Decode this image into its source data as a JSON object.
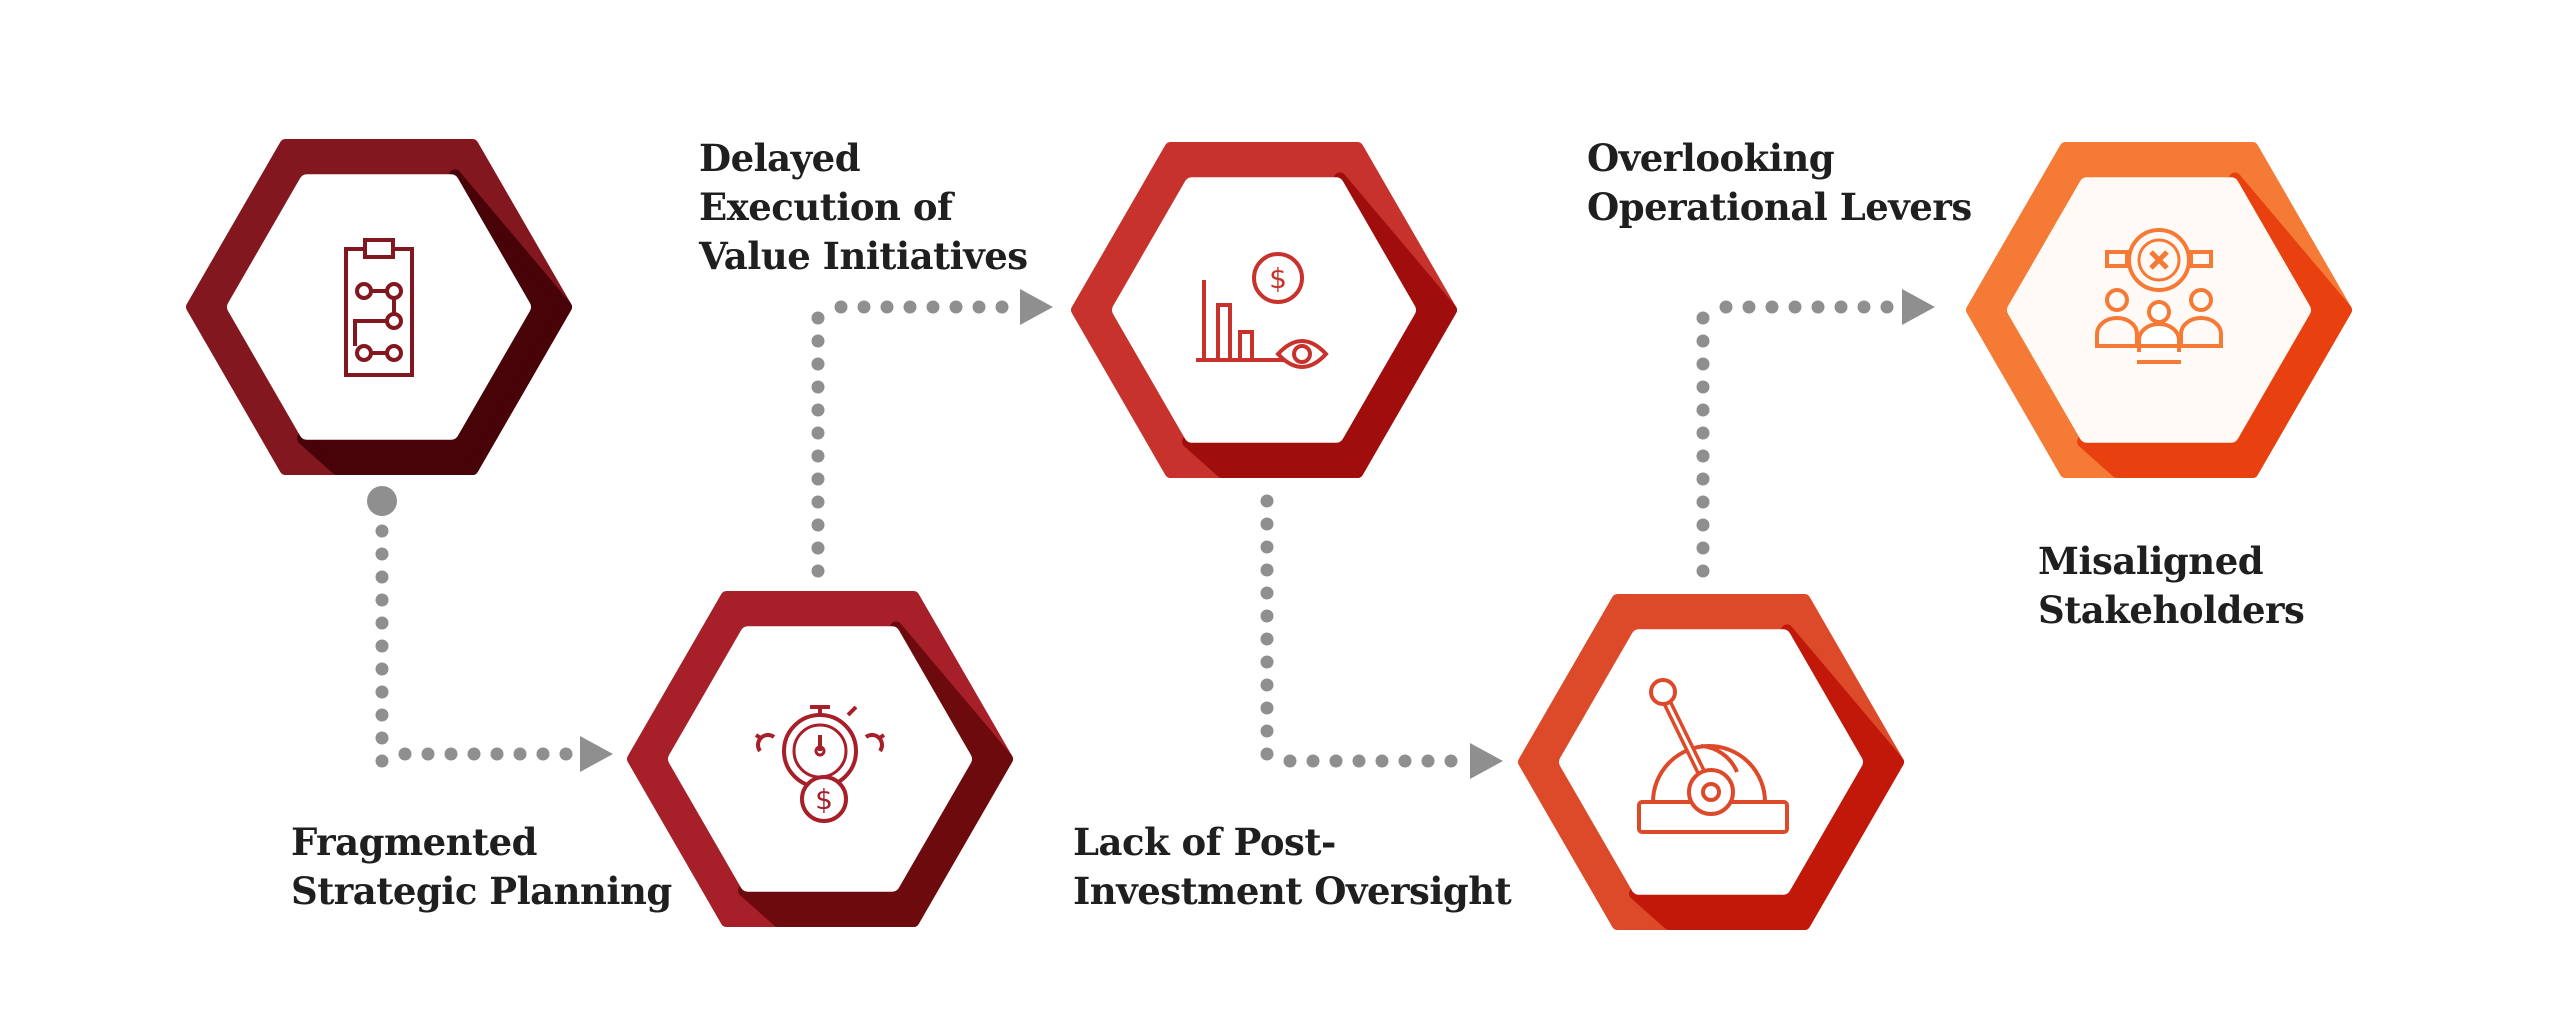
{
  "steps": [
    {
      "id": "fragmented",
      "label_lines": [
        "Fragmented",
        "Strategic Planning"
      ],
      "icon": "clipboard-flowchart-icon",
      "light": "#83171f",
      "dark": "#470307",
      "inner": "#ffffff"
    },
    {
      "id": "delayed",
      "label_lines": [
        "Delayed",
        "Execution of",
        "Value Initiatives"
      ],
      "icon": "stopwatch-gears-dollar-icon",
      "light": "#a61f29",
      "dark": "#6d0a0e",
      "inner": "#ffffff"
    },
    {
      "id": "oversight",
      "label_lines": [
        "Lack of Post-",
        "Investment Oversight"
      ],
      "icon": "chart-dollar-eye-icon",
      "light": "#c8322c",
      "dark": "#a00d0d",
      "inner": "#ffffff"
    },
    {
      "id": "levers",
      "label_lines": [
        "Overlooking",
        "Operational Levers"
      ],
      "icon": "lever-icon",
      "light": "#dd4a2a",
      "dark": "#c2180a",
      "inner": "#ffffff"
    },
    {
      "id": "stakeholders",
      "label_lines": [
        "Misaligned",
        "Stakeholders"
      ],
      "icon": "misaligned-people-icon",
      "light": "#f47a35",
      "dark": "#e8400f",
      "inner": "#fffaf5"
    }
  ],
  "connector_color": "#8f8f8f"
}
